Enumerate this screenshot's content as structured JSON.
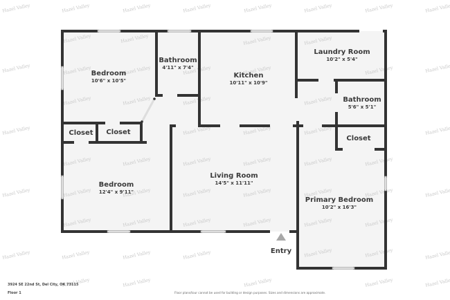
{
  "floorplan": {
    "address": "3924 SE 22nd St, Del City, OK 73115",
    "floor_label": "Floor 1",
    "disclaimer": "Floor plans/tour cannot be used for building or design purposes. Sizes and dimensions are approximate.",
    "watermark": "Hazel Valley",
    "entry_label": "Entry",
    "colors": {
      "wall": "#333333",
      "floor": "#f4f4f4",
      "window": "#d9d9d9",
      "entry_arrow": "#a8a8a8",
      "background": "#ffffff"
    },
    "rooms": [
      {
        "id": "bedroom-1",
        "name": "Bedroom",
        "dims": "10'6\" x 10'5\""
      },
      {
        "id": "bathroom-1",
        "name": "Bathroom",
        "dims": "4'11\" x 7'4\""
      },
      {
        "id": "kitchen",
        "name": "Kitchen",
        "dims": "10'11\" x 10'9\""
      },
      {
        "id": "laundry",
        "name": "Laundry Room",
        "dims": "10'2\" x 5'4\""
      },
      {
        "id": "bathroom-2",
        "name": "Bathroom",
        "dims": "5'6\" x 5'1\""
      },
      {
        "id": "closet-1",
        "name": "Closet",
        "dims": ""
      },
      {
        "id": "closet-2",
        "name": "Closet",
        "dims": ""
      },
      {
        "id": "closet-3",
        "name": "Closet",
        "dims": ""
      },
      {
        "id": "bedroom-2",
        "name": "Bedroom",
        "dims": "12'4\" x 9'11\""
      },
      {
        "id": "living",
        "name": "Living Room",
        "dims": "14'5\" x 11'11\""
      },
      {
        "id": "primary",
        "name": "Primary Bedroom",
        "dims": "10'2\" x 16'3\""
      }
    ]
  }
}
